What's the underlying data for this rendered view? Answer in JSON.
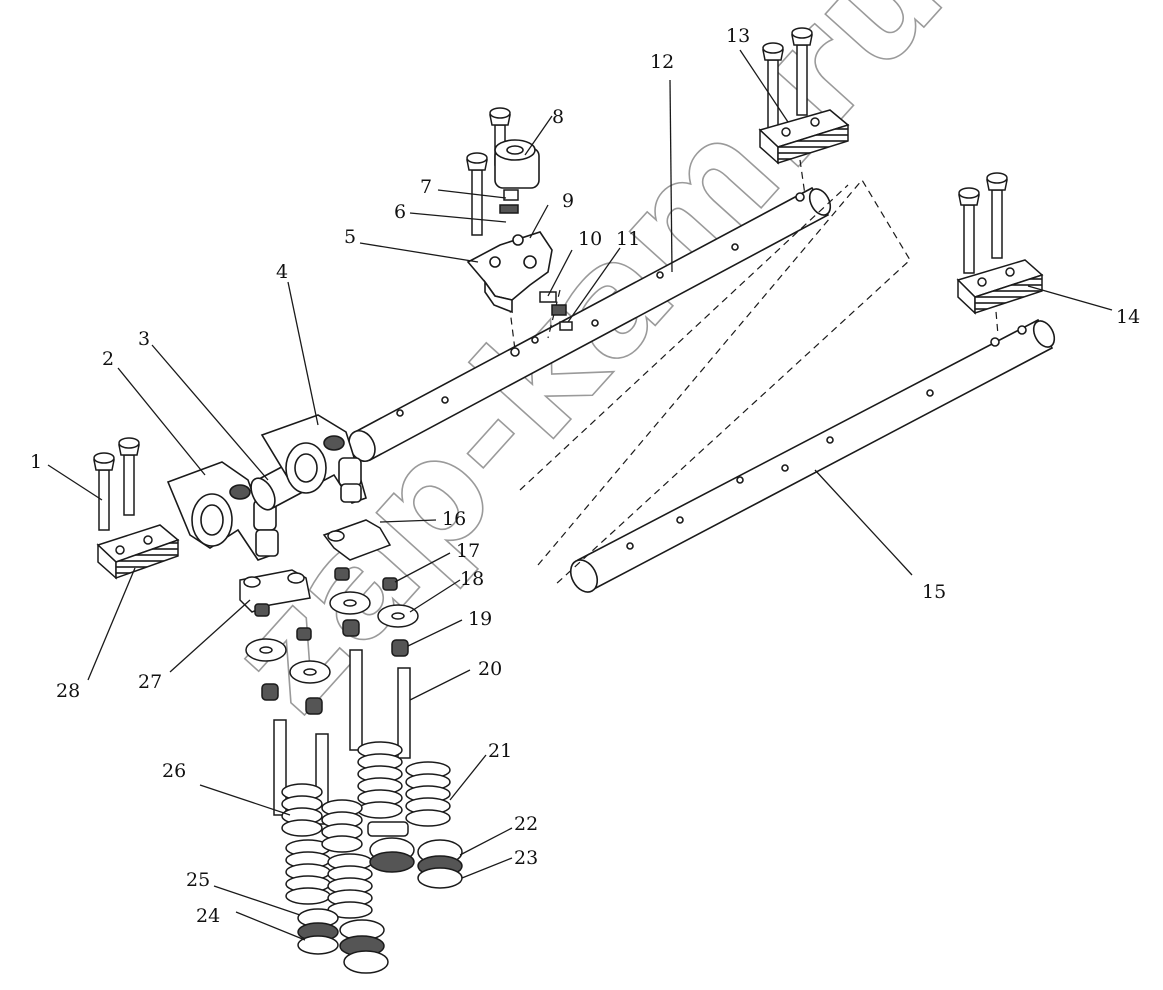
{
  "diagram": {
    "colors": {
      "line": "#1a1a1a",
      "fill": "#ffffff",
      "shade": "#555555",
      "watermark": "#9a9a9a"
    },
    "callouts": [
      "1",
      "2",
      "3",
      "4",
      "5",
      "6",
      "7",
      "8",
      "9",
      "10",
      "11",
      "12",
      "13",
      "14",
      "15",
      "16",
      "17",
      "18",
      "19",
      "20",
      "21",
      "22",
      "23",
      "24",
      "25",
      "26",
      "27",
      "28"
    ],
    "watermark": "zap-kam.ru"
  }
}
